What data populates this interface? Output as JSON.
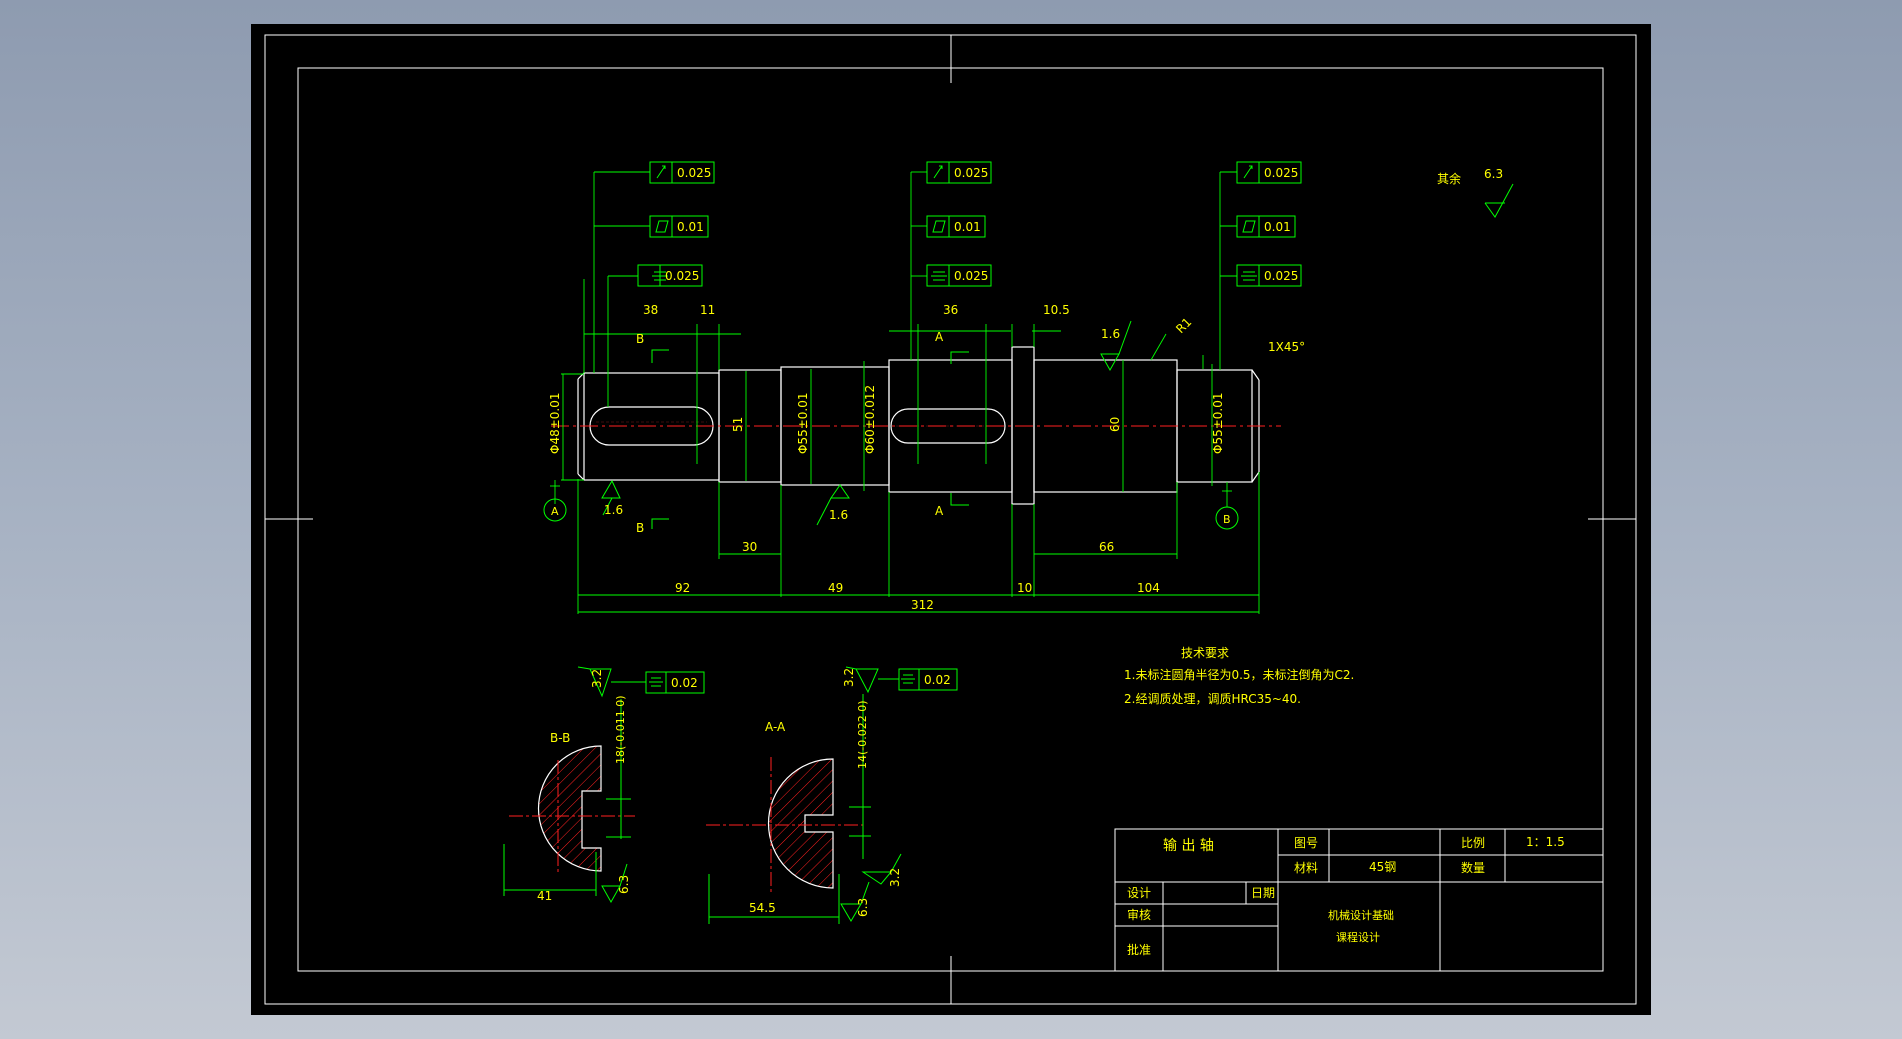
{
  "colors": {
    "background_top": "#8e9bb0",
    "background_bottom": "#c3c9d3",
    "canvas": "#000000",
    "geometry": "#ffffff",
    "dimension": "#00ff00",
    "centerline": "#ff0000",
    "text": "#ffff00"
  },
  "tolerances": {
    "left_runout": "0.025",
    "left_cyl": "0.01",
    "left_sym": "0.025",
    "mid_runout": "0.025",
    "mid_cyl": "0.01",
    "mid_sym": "0.025",
    "right_runout": "0.025",
    "right_cyl": "0.01",
    "right_sym": "0.025",
    "bb_sym": "0.02",
    "aa_sym": "0.02"
  },
  "roughness": {
    "rest_label": "其余",
    "rest_value": "6.3",
    "r1": "1.6",
    "r2": "1.6",
    "r3": "1.6",
    "bb_side": "3.2",
    "bb_bottom": "6.3",
    "aa_side": "3.2",
    "aa_right": "3.2",
    "aa_bottom": "6.3"
  },
  "dims": {
    "d38": "38",
    "d11": "11",
    "d36": "36",
    "d105": "10.5",
    "r1": "R1",
    "chamfer": "1X45°",
    "d51": "51",
    "d60": "60",
    "phi48": "Φ48±0.01",
    "phi55a": "Φ55±0.01",
    "phi60": "Φ60±0.012",
    "phi55b": "Φ55±0.01",
    "d30": "30",
    "d66": "66",
    "d92": "92",
    "d49": "49",
    "d312": "312",
    "d10": "10",
    "d104": "104",
    "bb_depth": "18(-0.011 0)",
    "bb_width": "41",
    "aa_depth": "14(-0.022 0)",
    "aa_width": "54.5"
  },
  "labels": {
    "section_a": "A",
    "section_b": "B",
    "datum_a": "A",
    "datum_b": "B",
    "view_bb": "B-B",
    "view_aa": "A-A"
  },
  "notes": {
    "title": "技术要求",
    "line1": "1.未标注圆角半径为0.5，未标注倒角为C2.",
    "line2": "2.经调质处理，调质HRC35~40."
  },
  "title_block": {
    "part_name": "输 出 轴",
    "drawing_no_label": "图号",
    "material_label": "材料",
    "material_value": "45钢",
    "scale_label": "比例",
    "scale_value": "1：1.5",
    "quantity_label": "数量",
    "designer_label": "设计",
    "checker_label": "审核",
    "date_label": "日期",
    "approve_label": "批准",
    "course_line1": "机械设计基础",
    "course_line2": "课程设计"
  }
}
